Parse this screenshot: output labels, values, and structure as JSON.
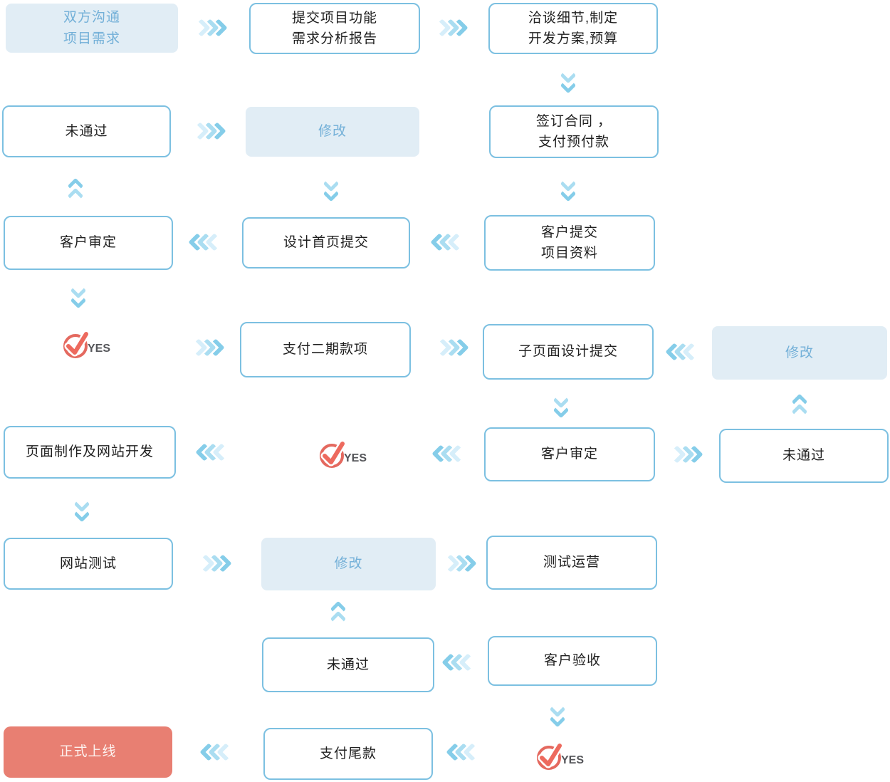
{
  "diagram": {
    "title_hint": "website development workflow flowchart",
    "nodes": {
      "comm": "双方沟通\n项目需求",
      "report": "提交项目功能\n需求分析报告",
      "negotiate": "洽谈细节,制定\n开发方案,预算",
      "not_pass_1": "未通过",
      "modify_1": "修改",
      "contract": "签订合同 ，\n支付预付款",
      "client_review_1": "客户审定",
      "homepage_submit": "设计首页提交",
      "client_materials": "客户提交\n项目资料",
      "pay_phase2": "支付二期款项",
      "subpage_submit": "子页面设计提交",
      "modify_2": "修改",
      "page_dev": "页面制作及网站开发",
      "client_review_2": "客户审定",
      "not_pass_2": "未通过",
      "site_test": "网站测试",
      "modify_3": "修改",
      "test_operation": "测试运营",
      "not_pass_3": "未通过",
      "client_acceptance": "客户验收",
      "go_live": "正式上线",
      "pay_final": "支付尾款"
    },
    "yes_badge": "YES",
    "colors": {
      "box_border": "#7cc0e1",
      "box_text": "#1f1f1f",
      "filled_box_bg": "#e1edf5",
      "filled_box_text": "#73b0d8",
      "go_live_bg": "#e87f72",
      "go_live_text": "#fdf2ef",
      "arrow_dark": "#85cde9",
      "arrow_mid": "#aaddf1",
      "arrow_light": "#d6eefa",
      "yes_circle": "#e4695f",
      "yes_check": "#ed6a5e",
      "yes_text": "#55565a"
    }
  }
}
